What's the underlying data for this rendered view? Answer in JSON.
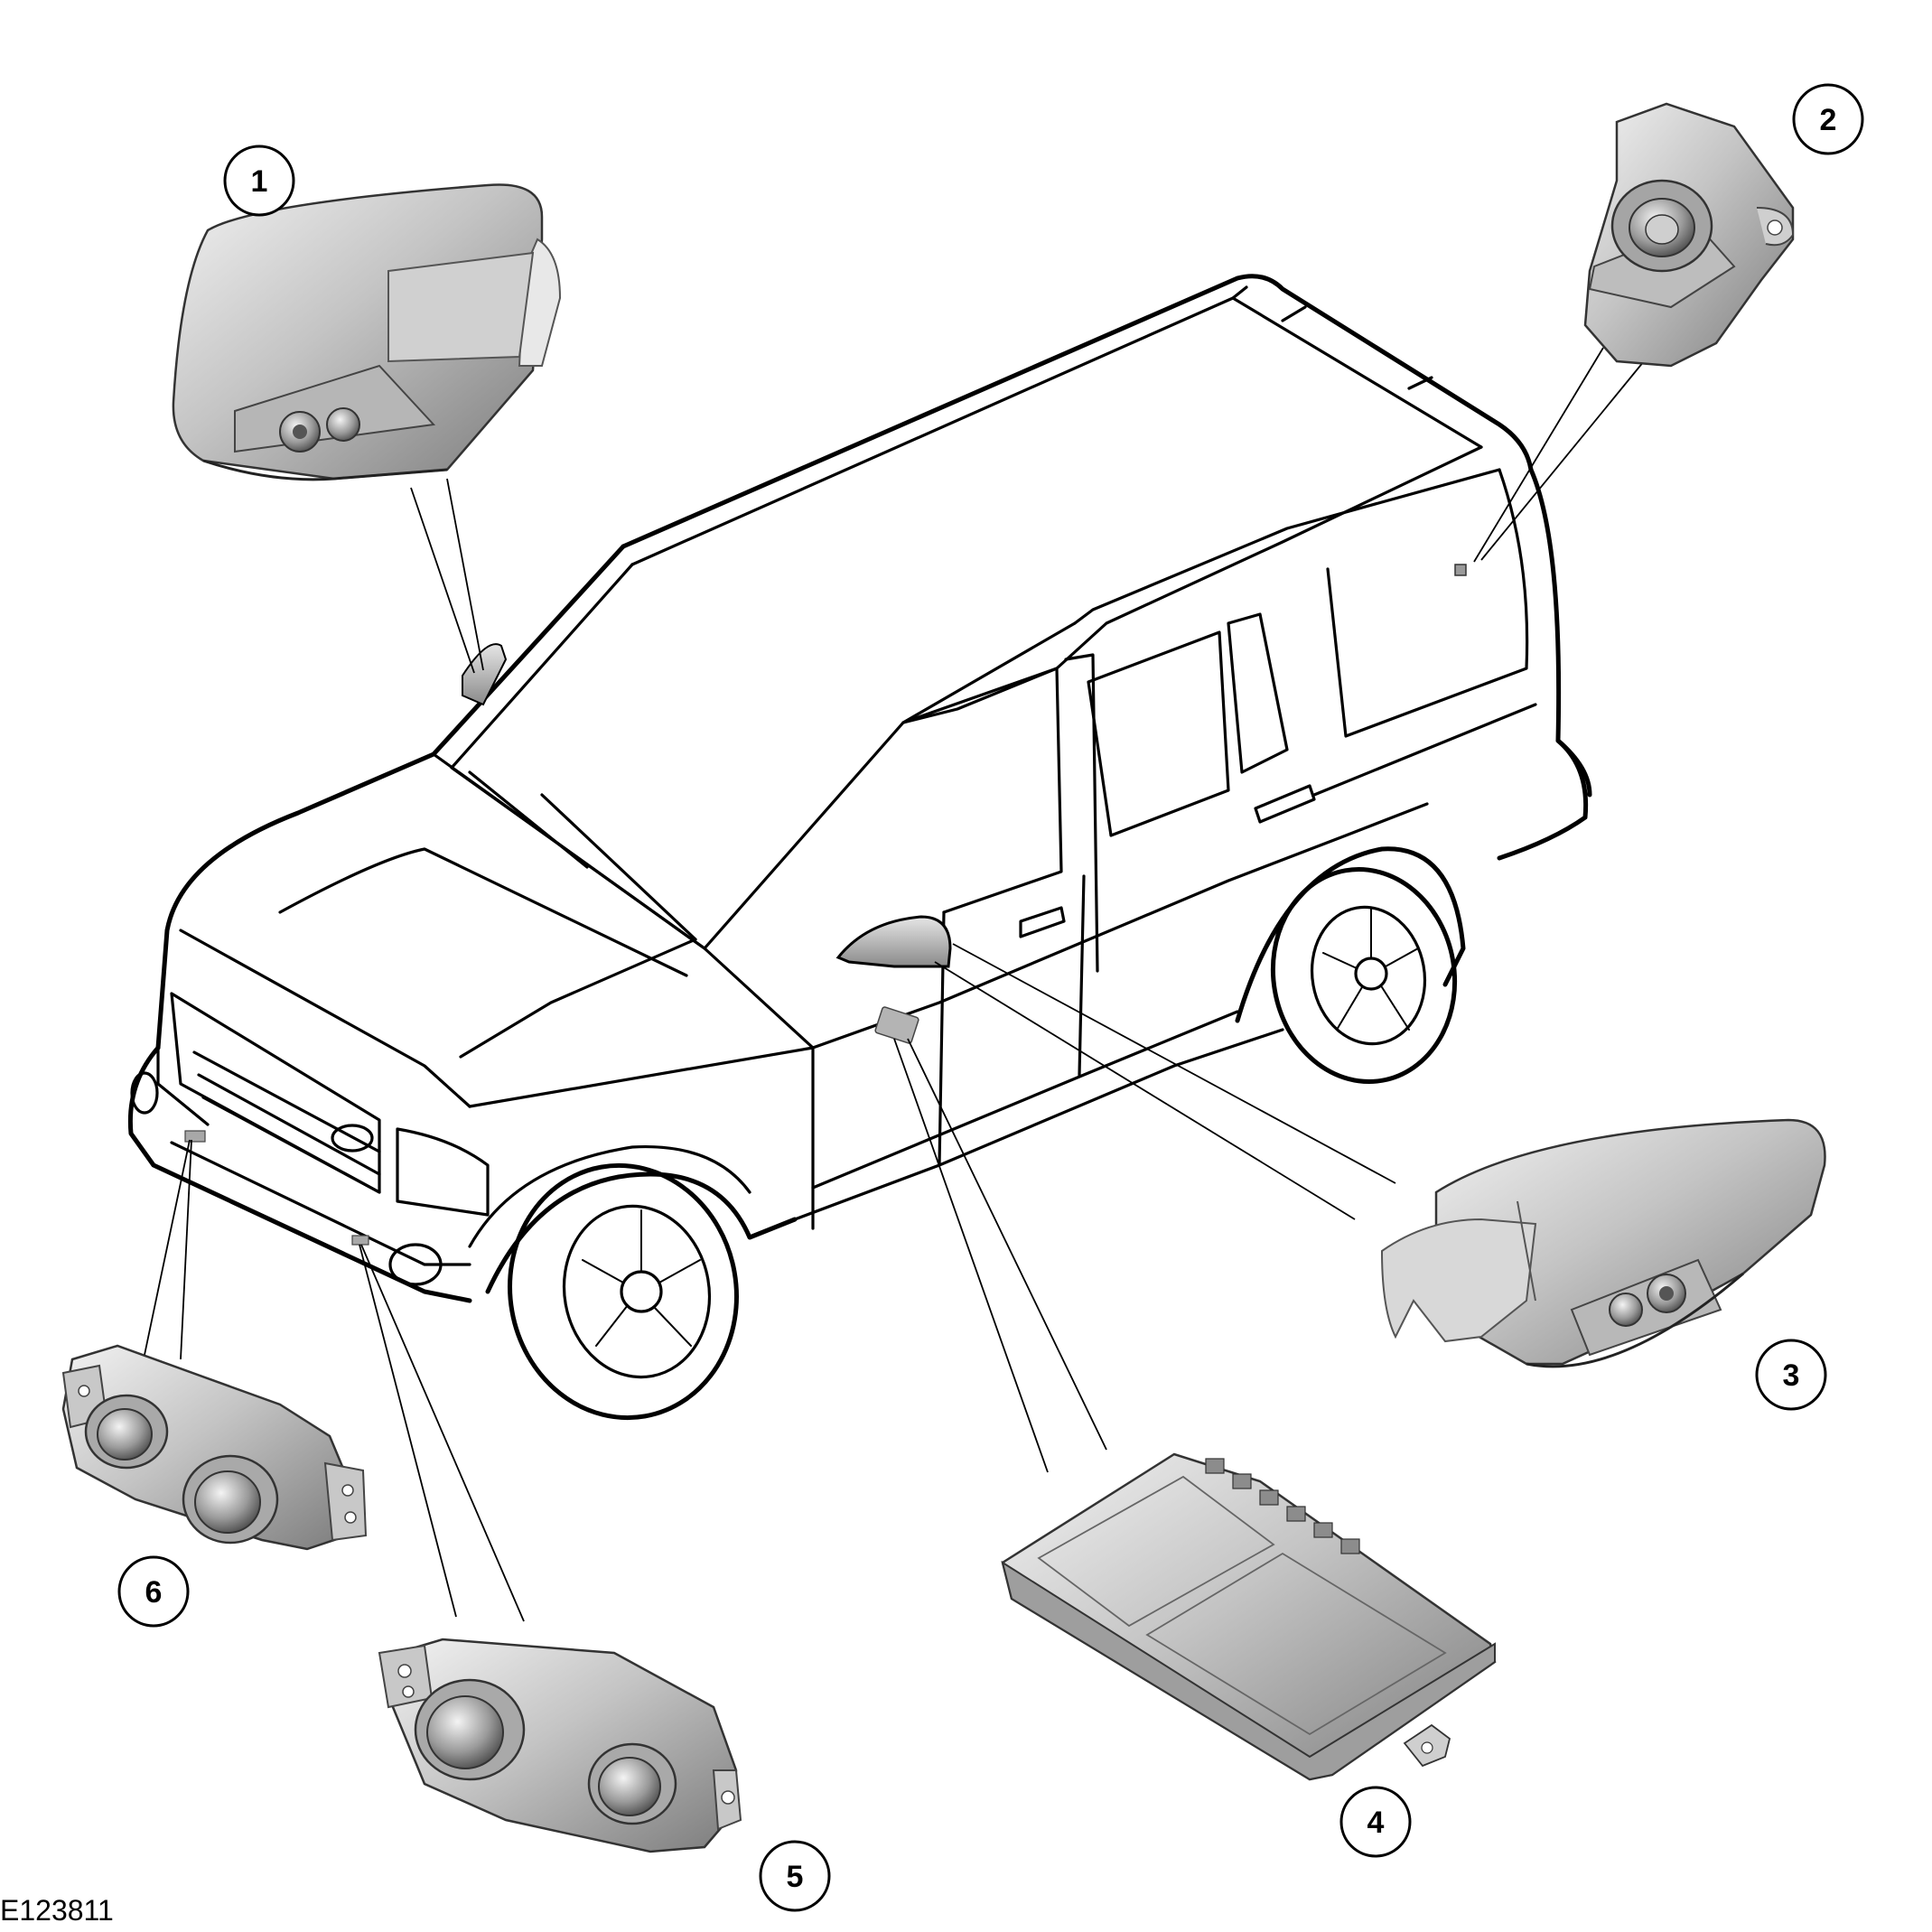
{
  "figure_id": "E123811",
  "callouts": [
    {
      "number": "1",
      "component": "left-mirror-camera"
    },
    {
      "number": "2",
      "component": "rear-camera"
    },
    {
      "number": "3",
      "component": "right-mirror-camera"
    },
    {
      "number": "4",
      "component": "camera-control-module"
    },
    {
      "number": "5",
      "component": "front-camera-right"
    },
    {
      "number": "6",
      "component": "front-camera-left"
    }
  ]
}
